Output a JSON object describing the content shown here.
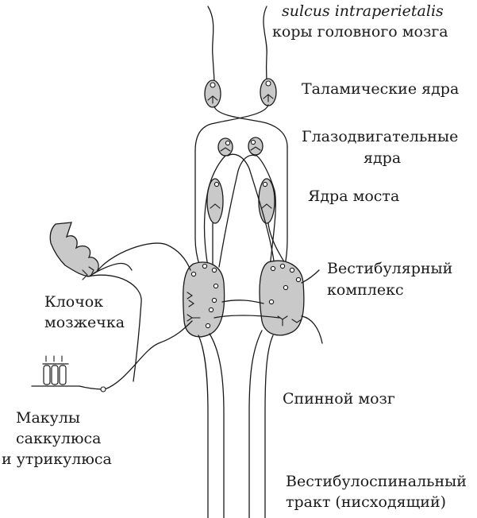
{
  "labels": {
    "cortex_sulcus": "sulcus intraperietalis",
    "cortex_line2": "коры головного мозга",
    "thalamus": "Таламические ядра",
    "oculomotor_line1": "Глазодвигательные",
    "oculomotor_line2": "ядра",
    "pons": "Ядра моста",
    "vestibular_line1": "Вестибулярный",
    "vestibular_line2": "комплекс",
    "flocculus_line1": "Клочок",
    "flocculus_line2": "мозжечка",
    "maculae_line1": "Макулы",
    "maculae_line2": "саккулюса",
    "maculae_line3": "и утрикулюса",
    "spinal_cord": "Спинной мозг",
    "tract_line1": "Вестибулоспинальный",
    "tract_line2": "тракт (нисходящий)"
  },
  "colors": {
    "stroke": "#1a1a1a",
    "nucleus_fill": "#c9c9c9",
    "background": "#ffffff"
  }
}
